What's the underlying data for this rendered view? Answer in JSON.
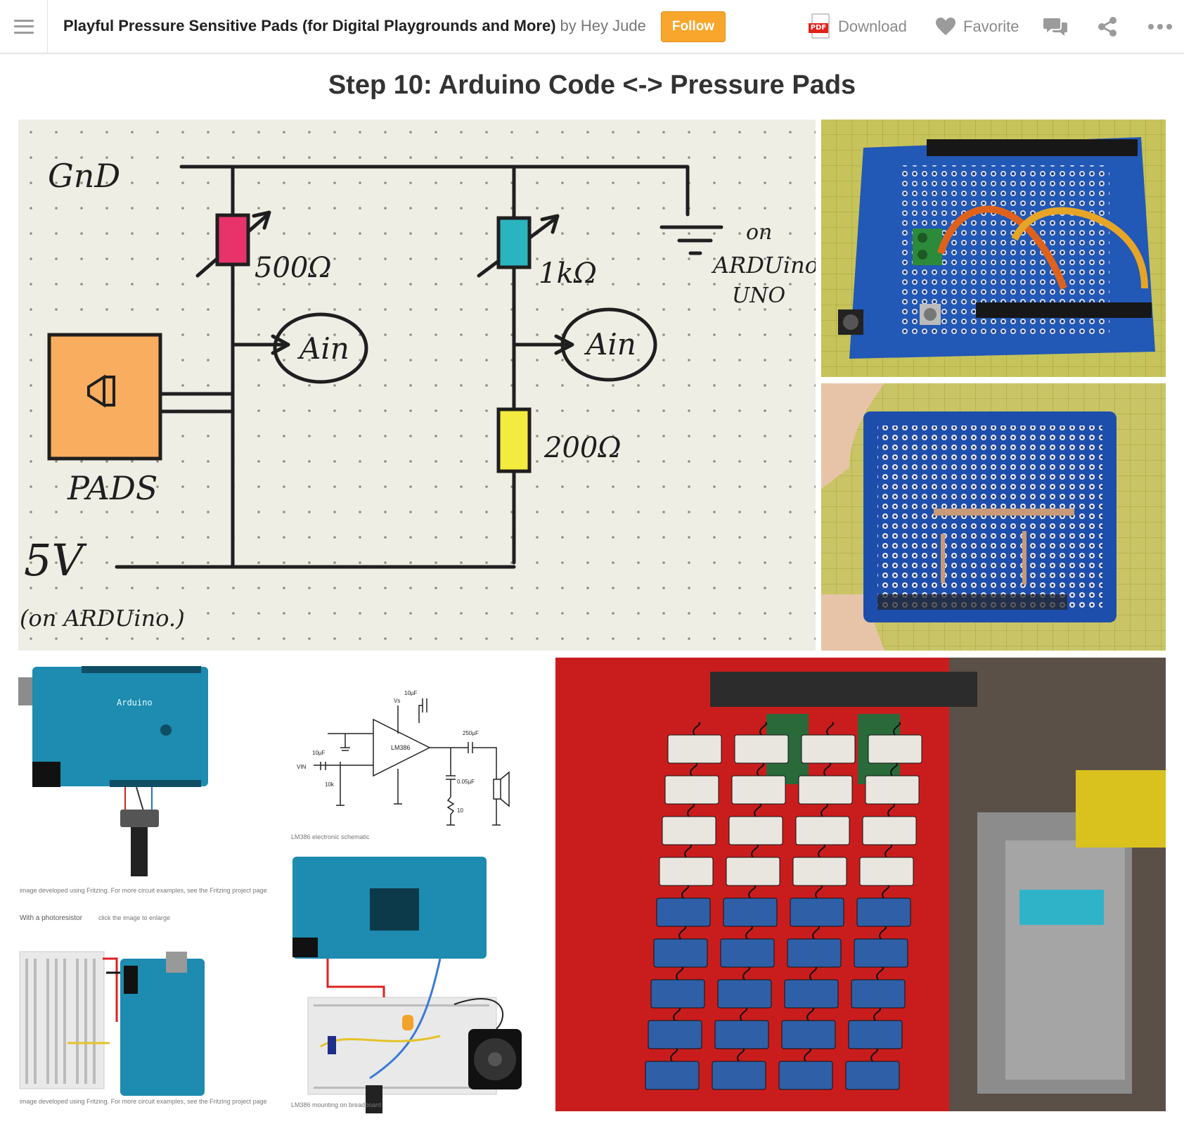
{
  "header": {
    "title": "Playful Pressure Sensitive Pads (for Digital Playgrounds and More)",
    "by_author": "by Hey Jude",
    "follow_label": "Follow",
    "download_label": "Download",
    "pdf_tag": "PDF",
    "favorite_label": "Favorite"
  },
  "step": {
    "title": "Step 10: Arduino Code <-> Pressure Pads"
  },
  "sketch": {
    "gnd": "GnD",
    "r1": "500Ω",
    "r2": "1kΩ",
    "r3": "200Ω",
    "ain1": "Ain",
    "ain2": "Ain",
    "on_arduino_uno": [
      "on",
      "ARDUino",
      "UNO"
    ],
    "pads": "PADS",
    "five_v": "5V",
    "on_arduino": "(on ARDUino.)"
  },
  "fritzing": {
    "arduino_label": "Arduino",
    "caption1": "image developed using Fritzing. For more circuit examples, see the Fritzing project page",
    "photoresistor_heading": "With a photoresistor",
    "photoresistor_hint": "click the image to enlarge",
    "caption2": "image developed using Fritzing. For more circuit examples, see the Fritzing project page",
    "schematic_caption": "LM386 electronic schematic",
    "lm386_label": "LM386",
    "breadboard_caption": "LM386 mounting on breadboard",
    "cap_10uf": "10µF",
    "cap_250uf": "250µF",
    "cap_005uf": "0.05µF",
    "r_10k": "10k",
    "r_10": "10",
    "vin": "VIN",
    "vs": "Vs"
  }
}
